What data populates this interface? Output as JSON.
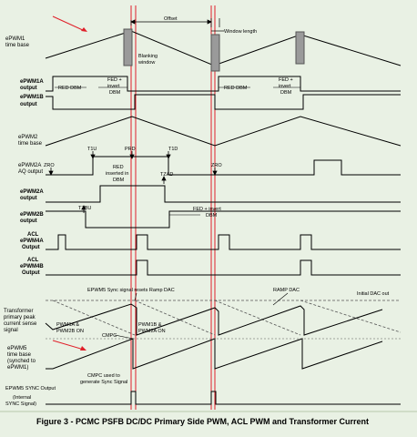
{
  "diagram": {
    "caption": "Figure 3 - PCMC PSFB DC/DC Primary Side PWM, ACL PWM and Transformer Current",
    "row_labels": {
      "epwm1_tb": [
        "ePWM1",
        "time base"
      ],
      "epwm1a": [
        "ePWM1A",
        "output"
      ],
      "epwm1b": [
        "ePWM1B",
        "output"
      ],
      "epwm2_tb": [
        "ePWM2",
        "time base"
      ],
      "epwm2a_aq": [
        "ePWM2A",
        "AQ output"
      ],
      "epwm2a": [
        "ePWM2A",
        "output"
      ],
      "epwm2b": [
        "ePWM2B",
        "output"
      ],
      "acl4a": [
        "ACL",
        "ePWM4A",
        "Output"
      ],
      "acl4b": [
        "ACL",
        "ePWM4B",
        "Output"
      ],
      "xfmr": [
        "Transformer",
        "primary peak",
        "current sense",
        "signal"
      ],
      "epwm5_tb": [
        "ePWM5",
        "time base",
        "(synched to",
        "ePWM1)"
      ],
      "epwm5_sync": [
        "EPWM5 SYNC Output",
        "(Internal",
        "SYNC Signal)"
      ]
    },
    "annotations": {
      "offset": "Offset",
      "window_length": "Window length",
      "blanking_window": [
        "Blanking",
        "window"
      ],
      "red_dbm_1": "RED DBM",
      "fed_invert_1": [
        "FED +",
        "invert",
        "DBM"
      ],
      "red_dbm_2": "RED DBM",
      "fed_invert_2": [
        "FED +",
        "invert",
        "DBM"
      ],
      "t1u": "T1U",
      "prd": "PRD",
      "t1d": "T1D",
      "zro_1": "ZRO",
      "zro_2": "ZRO",
      "red_inserted": [
        "RED",
        "inserted in",
        "DBM"
      ],
      "tzad": "TZAD",
      "tzbu": "TZBU",
      "fed_invert_3": "FED + invert",
      "dbm": "DBM",
      "sync_resets": "EPWM5 Sync signal resets Ramp DAC",
      "ramp_dac": "RAMP DAC",
      "initial_dac": "Initial DAC out",
      "pwm1_pwm2b_on": [
        "PWM1A &",
        "PWM2B ON"
      ],
      "cmpc": "CMPC",
      "pwm1b_pwm2a_on": [
        "PWM1B &",
        "PWM2A ON"
      ],
      "cmpc_used": [
        "CMPC used to",
        "generate Sync Signal"
      ]
    },
    "colors": {
      "background": "#e9f1e4",
      "waveform": "#000000",
      "marker": "#e0202a",
      "blanking": "#9a9a9a",
      "dashed": "#555555"
    }
  }
}
